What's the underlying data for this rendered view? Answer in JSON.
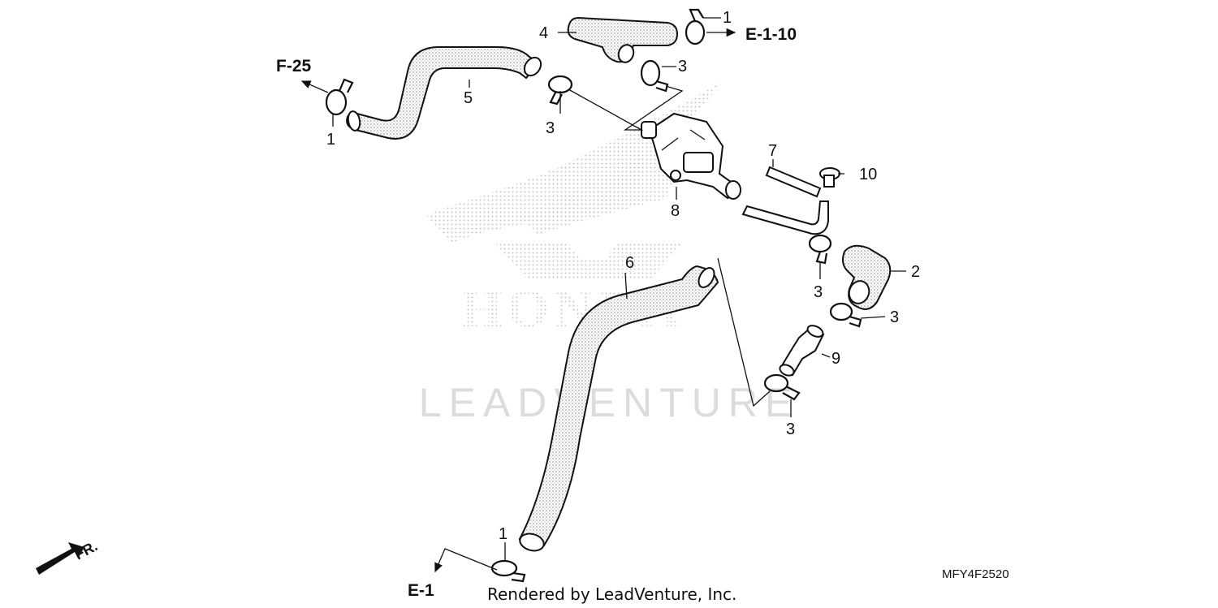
{
  "diagram": {
    "callouts": {
      "c1_top": "1",
      "c1_left": "1",
      "c1_bottom": "1",
      "c2": "2",
      "c3_a": "3",
      "c3_b": "3",
      "c3_c": "3",
      "c3_d": "3",
      "c3_e": "3",
      "c4": "4",
      "c5": "5",
      "c6": "6",
      "c7": "7",
      "c8": "8",
      "c9": "9",
      "c10": "10"
    },
    "references": {
      "e_1_10": "E-1-10",
      "f_25": "F-25",
      "e_1": "E-1",
      "front": "FR."
    },
    "diagram_code": "MFY4F2520",
    "credit": "Rendered by LeadVenture, Inc.",
    "watermark_brand": "HONDA",
    "watermark_text": "LEADVENTURE"
  },
  "colors": {
    "ink": "#111111",
    "watermark": "#dcdcdc",
    "stipple": "#9a9a9a"
  }
}
